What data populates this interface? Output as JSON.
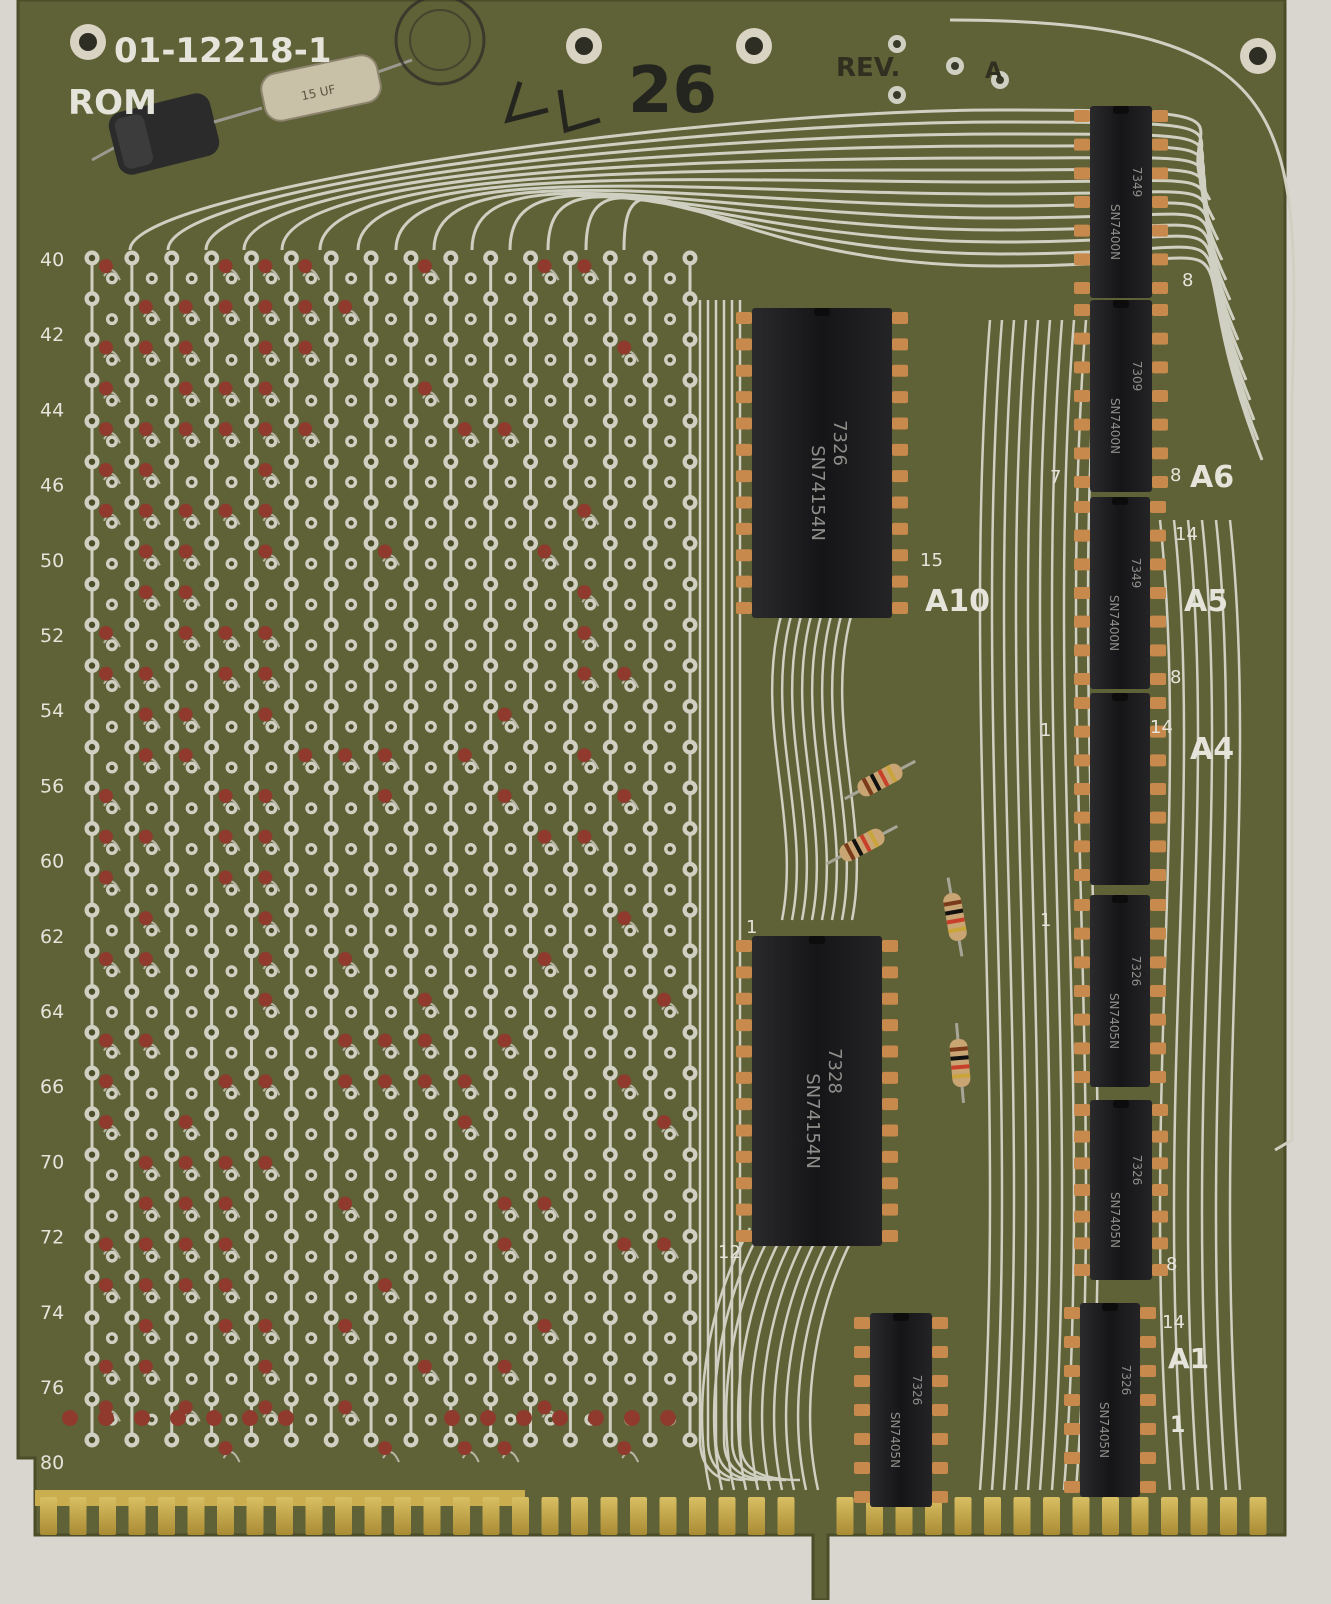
{
  "board": {
    "part_number": "01-12218-1",
    "title": "ROM",
    "rev_label": "REV.",
    "rev_value": "A",
    "handwritten_mark": "26",
    "capacitor_text": "15 UF",
    "colors": {
      "substrate": "#5f6136",
      "substrate_dark": "#4b4d29",
      "trace": "#cfd0c2",
      "silkscreen": "#e4e4da",
      "gold": "#c9ad4f",
      "chip": "#1b1b1d",
      "solder_diode": "#8f3a2c",
      "background": "#d9d6cf"
    }
  },
  "row_labels": [
    "40",
    "42",
    "44",
    "46",
    "50",
    "52",
    "54",
    "56",
    "60",
    "62",
    "64",
    "66",
    "70",
    "72",
    "74",
    "76",
    "80"
  ],
  "chips": [
    {
      "ref": "A10",
      "part": "SN74154N",
      "date": "7326"
    },
    {
      "ref": "",
      "part": "SN74154N",
      "date": "7328"
    },
    {
      "ref": "",
      "part": "SN7400N",
      "date": "7349"
    },
    {
      "ref": "A6",
      "part": "SN7400N",
      "date": "7309"
    },
    {
      "ref": "A5",
      "part": "SN7400N",
      "date": "7349"
    },
    {
      "ref": "A4",
      "part": "",
      "date": ""
    },
    {
      "ref": "",
      "part": "SN7405N",
      "date": "7326"
    },
    {
      "ref": "",
      "part": "SN7405N",
      "date": "7326"
    },
    {
      "ref": "A1",
      "part": "SN7405N",
      "date": "7326"
    },
    {
      "ref": "",
      "part": "SN7405N",
      "date": "7326"
    }
  ],
  "pin_labels": {
    "p1": "1",
    "p7": "7",
    "p8": "8",
    "p12": "12",
    "p14": "14",
    "p15": "15"
  }
}
